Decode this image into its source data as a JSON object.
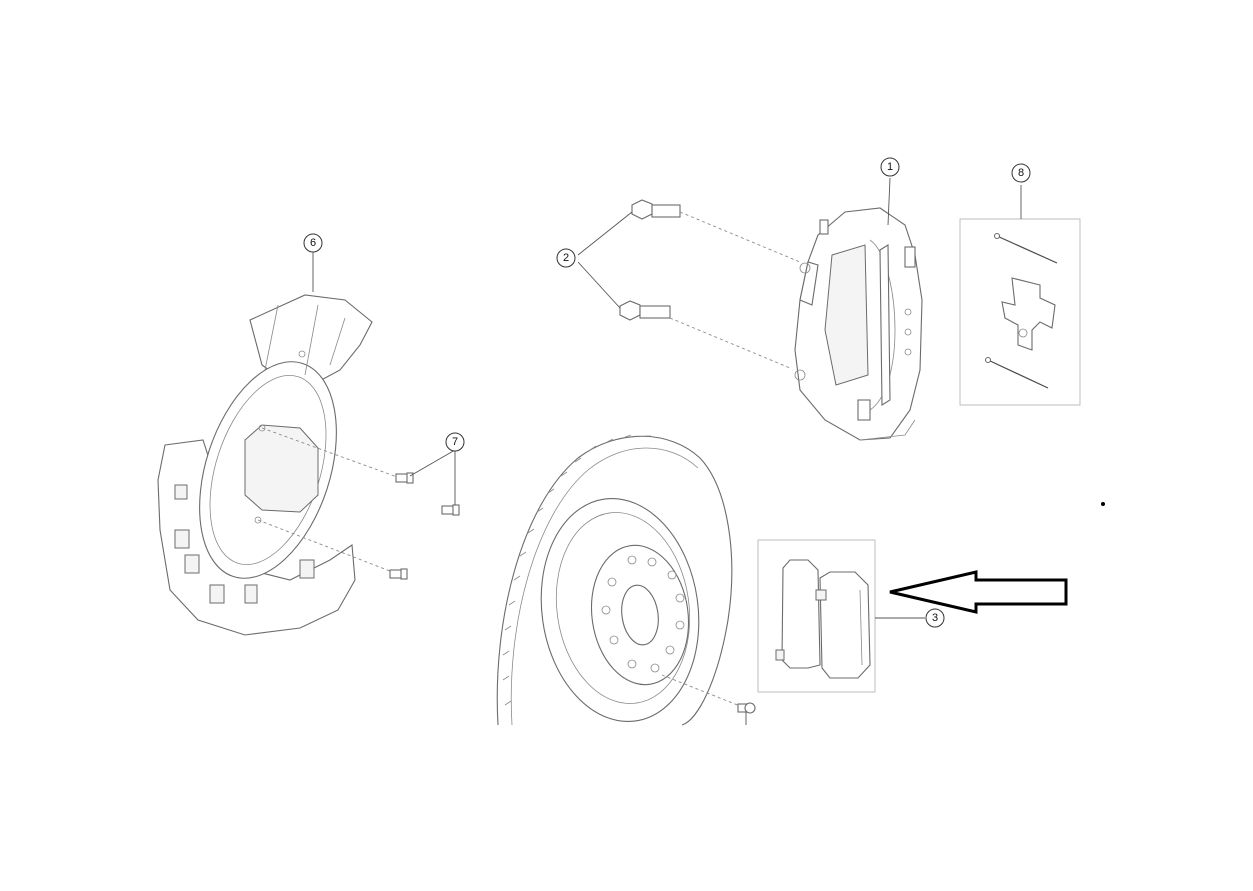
{
  "callouts": [
    {
      "id": "1",
      "label": "1"
    },
    {
      "id": "2",
      "label": "2"
    },
    {
      "id": "3",
      "label": "3"
    },
    {
      "id": "6",
      "label": "6"
    },
    {
      "id": "7",
      "label": "7"
    },
    {
      "id": "8",
      "label": "8"
    }
  ],
  "parts": {
    "caliper": "caliper",
    "caliper_bolts": "caliper-bolts",
    "brake_pads": "brake-pads",
    "brake_disc": "brake-disc",
    "dust_shield": "dust-shield",
    "shield_screws": "shield-screws",
    "pad_fitting_kit": "pad-fitting-kit"
  },
  "highlight": {
    "points_to": "3"
  }
}
